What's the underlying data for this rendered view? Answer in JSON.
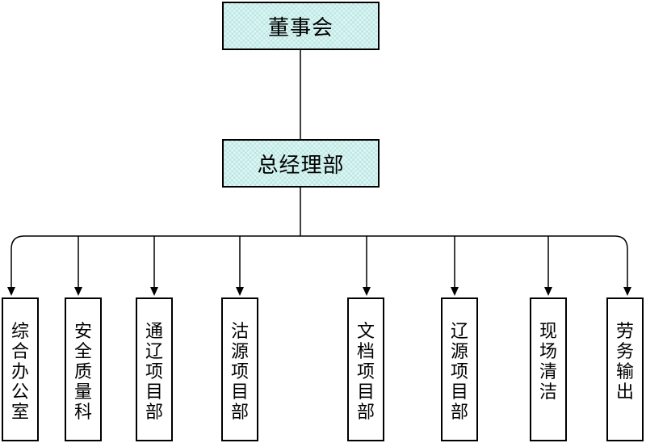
{
  "board": {
    "label": "董事会"
  },
  "gm": {
    "label": "总经理部"
  },
  "departments": [
    {
      "label": "综合办公室"
    },
    {
      "label": "安全质量科"
    },
    {
      "label": "通辽项目部"
    },
    {
      "label": "沽源项目部"
    },
    {
      "label": "文档项目部"
    },
    {
      "label": "辽源项目部"
    },
    {
      "label": "现场清洁"
    },
    {
      "label": "劳务输出"
    }
  ]
}
